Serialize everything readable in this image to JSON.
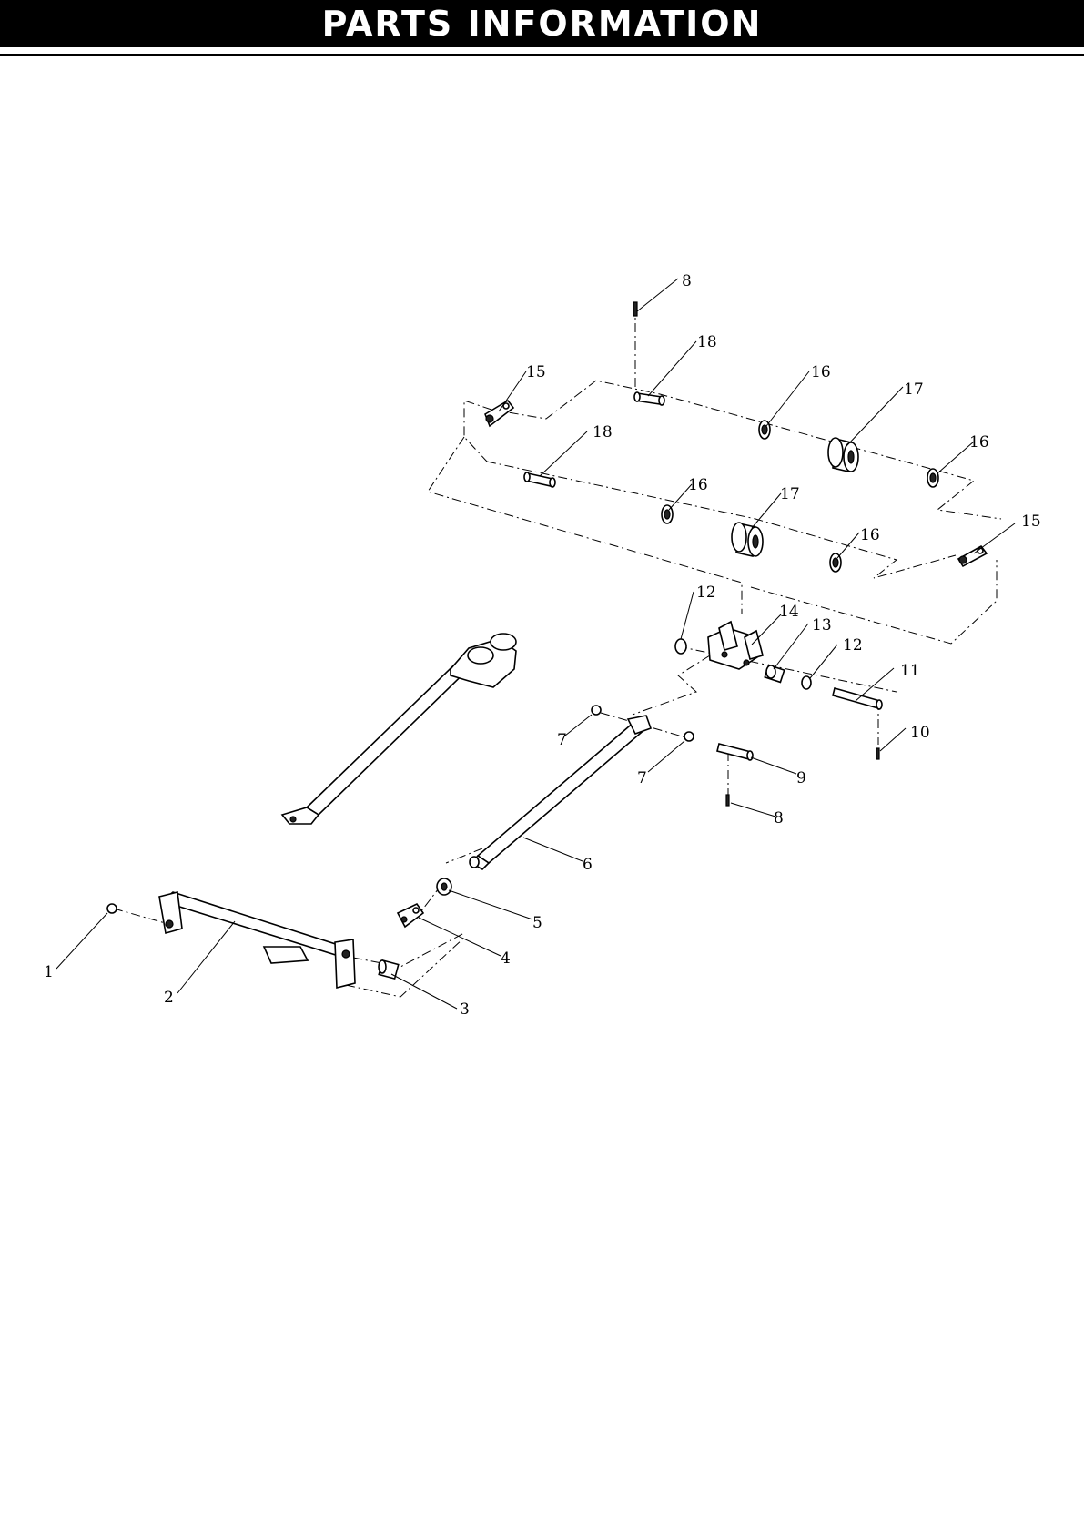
{
  "header": {
    "title": "PARTS INFORMATION"
  },
  "diagram": {
    "callouts": [
      "1",
      "2",
      "3",
      "4",
      "5",
      "6",
      "7",
      "7",
      "8",
      "8",
      "9",
      "10",
      "11",
      "12",
      "12",
      "13",
      "14",
      "15",
      "15",
      "16",
      "16",
      "16",
      "16",
      "17",
      "17",
      "18",
      "18"
    ]
  }
}
